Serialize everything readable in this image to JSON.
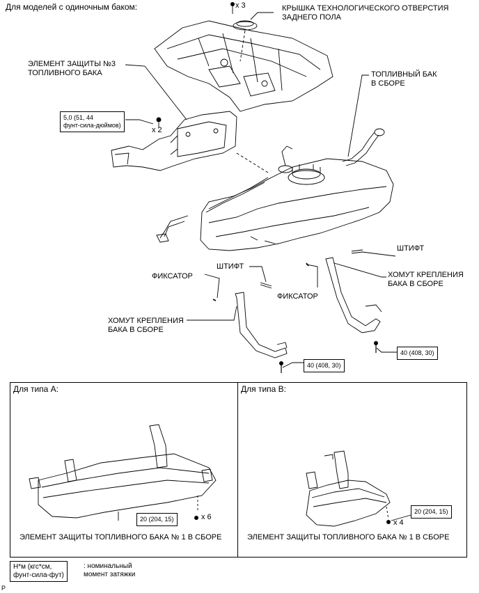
{
  "header": {
    "single_tank_models": "Для моделей с одиночным баком:"
  },
  "labels": {
    "floor_hole_cover": [
      "КРЫШКА ТЕХНОЛОГИЧЕСКОГО ОТВЕРСТИЯ",
      "ЗАДНЕГО ПОЛА"
    ],
    "protector_no3": [
      "ЭЛЕМЕНТ ЗАЩИТЫ №3",
      "ТОПЛИВНОГО БАКА"
    ],
    "fuel_tank_assy": [
      "ТОПЛИВНЫЙ БАК",
      "В СБОРЕ"
    ],
    "pin_left": "ШТИФТ",
    "pin_right": "ШТИФТ",
    "clip_left": "ФИКСАТОР",
    "clip_right": "ФИКСАТОР",
    "band_left": [
      "ХОМУТ КРЕПЛЕНИЯ",
      "БАКА В СБОРЕ"
    ],
    "band_right": [
      "ХОМУТ КРЕПЛЕНИЯ",
      "БАКА В СБОРЕ"
    ]
  },
  "quantities": {
    "cover_clips": "x 3",
    "protector_bolts": "x 2",
    "type_a_bolts": "x 6",
    "type_b_bolts": "x 4"
  },
  "torques": {
    "protector_no3": [
      "5,0 (51, 44",
      "фунт-сила-дюймов)"
    ],
    "band_left": "40 (408, 30)",
    "band_right": "40 (408, 30)",
    "type_a": "20 (204, 15)",
    "type_b": "20 (204, 15)"
  },
  "panels": {
    "type_a": {
      "title": "Для типа A:",
      "caption": "ЭЛЕМЕНТ ЗАЩИТЫ ТОПЛИВНОГО БАКА № 1 В СБОРЕ"
    },
    "type_b": {
      "title": "Для типа B:",
      "caption": "ЭЛЕМЕНТ ЗАЩИТЫ ТОПЛИВНОГО БАКА № 1 В СБОРЕ"
    }
  },
  "legend": {
    "unit": [
      "Н*м (кгс*см,",
      "фунт-сила-фут)"
    ],
    "meaning": [
      ": номинальный",
      "момент затяжки"
    ]
  },
  "footer_code": "P"
}
